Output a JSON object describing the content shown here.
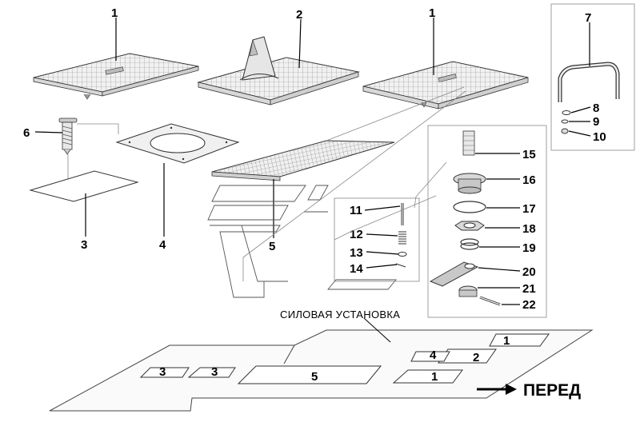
{
  "callouts": {
    "c1a": "1",
    "c2": "2",
    "c1b": "1",
    "c7": "7",
    "c6": "6",
    "c3": "3",
    "c4": "4",
    "c5": "5",
    "c8": "8",
    "c9": "9",
    "c10": "10",
    "c11": "11",
    "c12": "12",
    "c13": "13",
    "c14": "14",
    "c15": "15",
    "c16": "16",
    "c17": "17",
    "c18": "18",
    "c19": "19",
    "c20": "20",
    "c21": "21",
    "c22": "22"
  },
  "layout_plan": {
    "title": "СИЛОВАЯ УСТАНОВКА",
    "direction": "ПЕРЕД",
    "zones": {
      "z1a": "1",
      "z2": "2",
      "z4": "4",
      "z1b": "1",
      "z5": "5",
      "z3a": "3",
      "z3b": "3"
    }
  }
}
